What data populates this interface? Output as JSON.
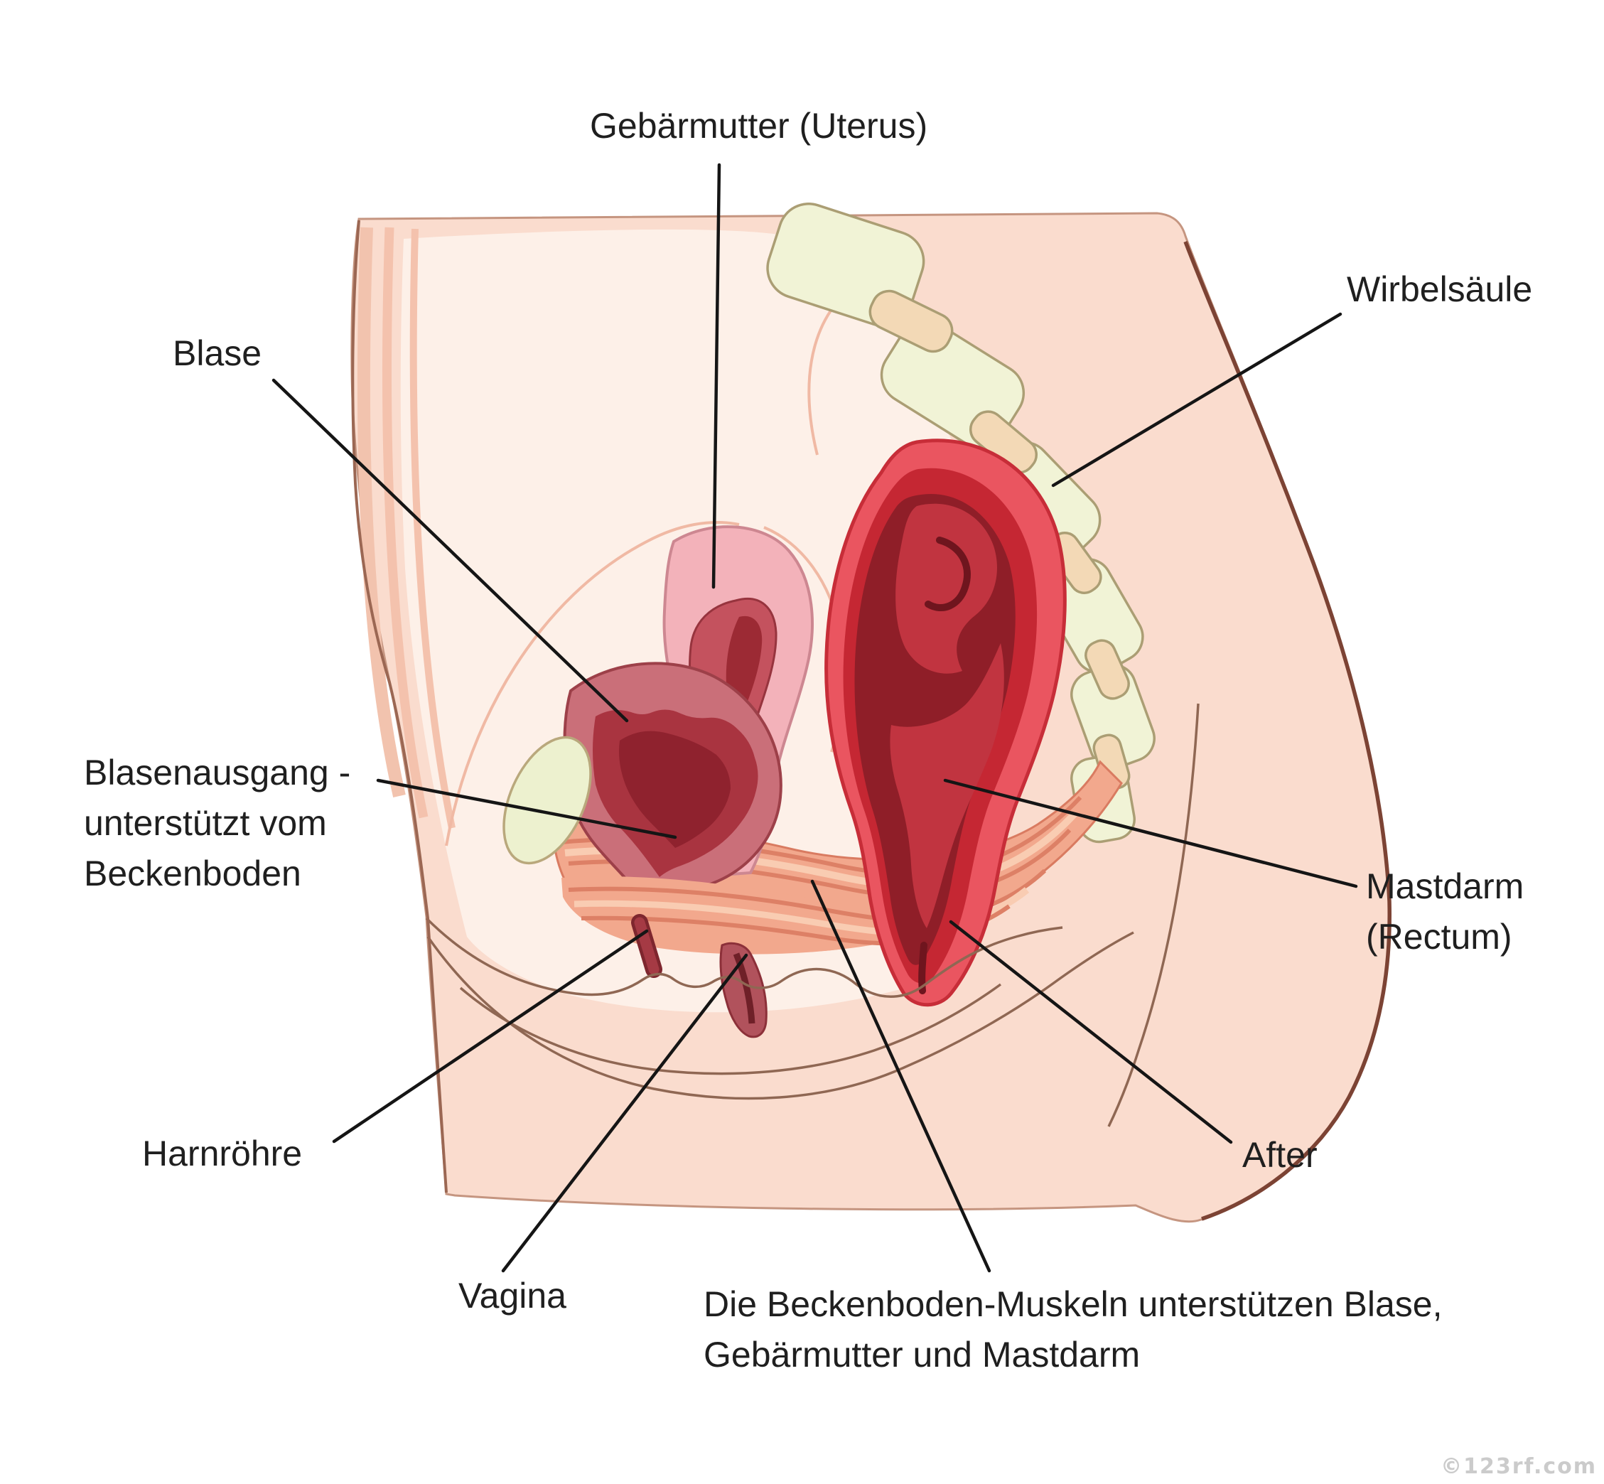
{
  "figure": {
    "description": "Sagittal diagram of the female pelvic floor with German labels",
    "language": "de"
  },
  "labels": {
    "uterus": "Gebärmutter (Uterus)",
    "spine": "Wirbelsäule",
    "bladder": "Blase",
    "bladder_outlet": {
      "line1": "Blasenausgang -",
      "line2": "unterstützt vom",
      "line3": "Beckenboden"
    },
    "urethra": "Harnröhre",
    "vagina": "Vagina",
    "pelvic_floor_caption": {
      "line1": "Die Beckenboden-Muskeln unterstützen Blase,",
      "line2": "Gebärmutter und Mastdarm"
    },
    "rectum": {
      "line1": "Mastdarm",
      "line2": "(Rectum)"
    },
    "anus": "After"
  },
  "watermark": "©123rf.com",
  "colors": {
    "background": "#ffffff",
    "skin": "#fadcce",
    "skin_light": "#fdf0e8",
    "skin_stripe": "#f4c2ad",
    "outline_front": "#9b6753",
    "outline_back_dark": "#7c4334",
    "fold_brown": "#8f6753",
    "bone_fill": "#f1f3d6",
    "bone_stroke": "#ab9e74",
    "disc_fill": "#f3d9b6",
    "rectum_outer": "#ea5560",
    "rectum_rim": "#c52733",
    "rectum_core": "#8f1e28",
    "rectum_fold": "#c13440",
    "uterus_fill": "#f3b2ba",
    "uterus_stroke": "#cd8791",
    "uterus_canal": "#c4525e",
    "bladder_fill": "#ca6f79",
    "bladder_inner": "#a93440",
    "bladder_core": "#8f222e",
    "muscle_fill": "#f2a88d",
    "muscle_stripe": "#dd8066",
    "muscle_highlight": "#f9ccb2",
    "leader_line": "#151515",
    "label_text": "#1f1f1f",
    "watermark_gray": "#cbcbcb"
  }
}
